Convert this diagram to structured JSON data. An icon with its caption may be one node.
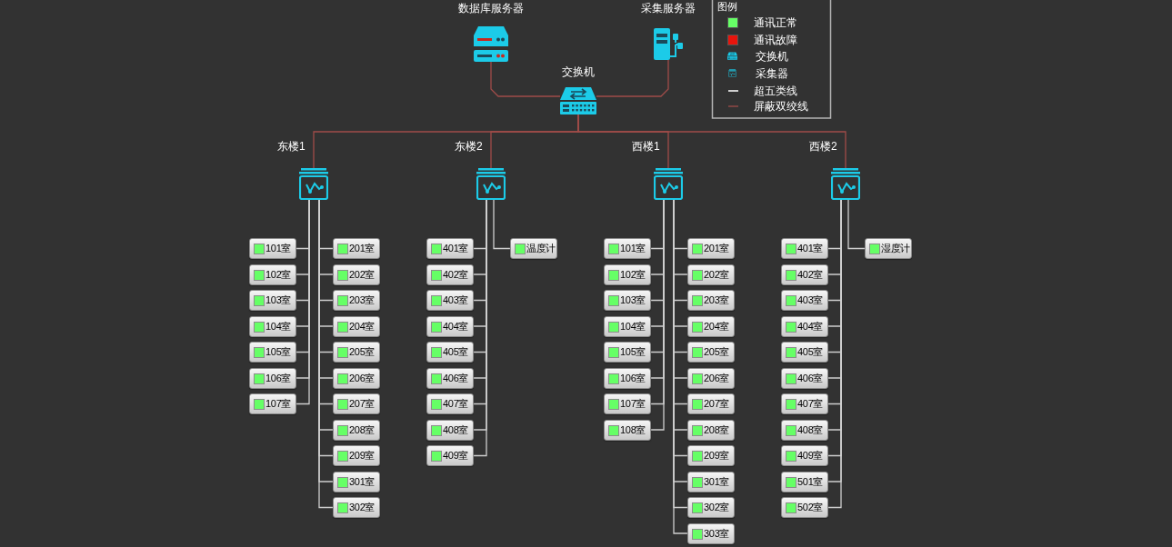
{
  "diagram": {
    "nodes": [
      {
        "text": [
          "数据库服务器"
        ]
      },
      {
        "text": [
          "采集服务器"
        ]
      },
      {
        "text": [
          "交换机"
        ]
      },
      {
        "text": [
          "东楼1"
        ]
      },
      {
        "text": [
          "101室"
        ]
      },
      {
        "text": [
          "102室"
        ]
      },
      {
        "text": [
          "103室"
        ]
      },
      {
        "text": [
          "104室"
        ]
      },
      {
        "text": [
          "105室"
        ]
      },
      {
        "text": [
          "106室"
        ]
      },
      {
        "text": [
          "107室"
        ]
      },
      {
        "text": [
          "201室"
        ]
      },
      {
        "text": [
          "202室"
        ]
      },
      {
        "text": [
          "203室"
        ]
      },
      {
        "text": [
          "204室"
        ]
      },
      {
        "text": [
          "205室"
        ]
      },
      {
        "text": [
          "206室"
        ]
      },
      {
        "text": [
          "207室"
        ]
      },
      {
        "text": [
          "208室"
        ]
      },
      {
        "text": [
          "209室"
        ]
      },
      {
        "text": [
          "301室"
        ]
      },
      {
        "text": [
          "302室"
        ]
      },
      {
        "text": [
          "东楼2"
        ]
      },
      {
        "text": [
          "401室"
        ]
      },
      {
        "text": [
          "402室"
        ]
      },
      {
        "text": [
          "403室"
        ]
      },
      {
        "text": [
          "404室"
        ]
      },
      {
        "text": [
          "405室"
        ]
      },
      {
        "text": [
          "406室"
        ]
      },
      {
        "text": [
          "407室"
        ]
      },
      {
        "text": [
          "408室"
        ]
      },
      {
        "text": [
          "409室"
        ]
      },
      {
        "text": [
          "温度计"
        ]
      },
      {
        "text": [
          "西楼1"
        ]
      },
      {
        "text": [
          "101室"
        ]
      },
      {
        "text": [
          "102室"
        ]
      },
      {
        "text": [
          "103室"
        ]
      },
      {
        "text": [
          "104室"
        ]
      },
      {
        "text": [
          "105室"
        ]
      },
      {
        "text": [
          "106室"
        ]
      },
      {
        "text": [
          "107室"
        ]
      },
      {
        "text": [
          "108室"
        ]
      },
      {
        "text": [
          "201室"
        ]
      },
      {
        "text": [
          "202室"
        ]
      },
      {
        "text": [
          "203室"
        ]
      },
      {
        "text": [
          "204室"
        ]
      },
      {
        "text": [
          "205室"
        ]
      },
      {
        "text": [
          "206室"
        ]
      },
      {
        "text": [
          "207室"
        ]
      },
      {
        "text": [
          "208室"
        ]
      },
      {
        "text": [
          "209室"
        ]
      },
      {
        "text": [
          "301室"
        ]
      },
      {
        "text": [
          "302室"
        ]
      },
      {
        "text": [
          "303室"
        ]
      },
      {
        "text": [
          "西楼2"
        ]
      },
      {
        "text": [
          "401室"
        ]
      },
      {
        "text": [
          "402室"
        ]
      },
      {
        "text": [
          "403室"
        ]
      },
      {
        "text": [
          "404室"
        ]
      },
      {
        "text": [
          "405室"
        ]
      },
      {
        "text": [
          "406室"
        ]
      },
      {
        "text": [
          "407室"
        ]
      },
      {
        "text": [
          "408室"
        ]
      },
      {
        "text": [
          "409室"
        ]
      },
      {
        "text": [
          "501室"
        ]
      },
      {
        "text": [
          "502室"
        ]
      },
      {
        "text": [
          "湿度计"
        ]
      }
    ],
    "edges": [
      {
        "from": 0,
        "to": 2,
        "arrow": "none",
        "color": "#a04c49"
      },
      {
        "from": 1,
        "to": 2,
        "arrow": "none",
        "color": "#a04c49"
      },
      {
        "from": 2,
        "to": 3,
        "arrow": "none",
        "color": "#a04c49"
      },
      {
        "from": 2,
        "to": 22,
        "arrow": "none",
        "color": "#a04c49"
      },
      {
        "from": 2,
        "to": 33,
        "arrow": "none",
        "color": "#a04c49"
      },
      {
        "from": 2,
        "to": 54,
        "arrow": "none",
        "color": "#a04c49"
      },
      {
        "from": 3,
        "to": 4,
        "arrow": "none"
      },
      {
        "from": 3,
        "to": 5,
        "arrow": "none"
      },
      {
        "from": 3,
        "to": 6,
        "arrow": "none"
      },
      {
        "from": 3,
        "to": 7,
        "arrow": "none"
      },
      {
        "from": 3,
        "to": 8,
        "arrow": "none"
      },
      {
        "from": 3,
        "to": 9,
        "arrow": "none"
      },
      {
        "from": 3,
        "to": 10,
        "arrow": "none"
      },
      {
        "from": 3,
        "to": 11,
        "arrow": "none"
      },
      {
        "from": 3,
        "to": 12,
        "arrow": "none"
      },
      {
        "from": 3,
        "to": 13,
        "arrow": "none"
      },
      {
        "from": 3,
        "to": 14,
        "arrow": "none"
      },
      {
        "from": 3,
        "to": 15,
        "arrow": "none"
      },
      {
        "from": 3,
        "to": 16,
        "arrow": "none"
      },
      {
        "from": 3,
        "to": 17,
        "arrow": "none"
      },
      {
        "from": 3,
        "to": 18,
        "arrow": "none"
      },
      {
        "from": 3,
        "to": 19,
        "arrow": "none"
      },
      {
        "from": 3,
        "to": 20,
        "arrow": "none"
      },
      {
        "from": 3,
        "to": 21,
        "arrow": "none"
      },
      {
        "from": 22,
        "to": 23,
        "arrow": "none"
      },
      {
        "from": 22,
        "to": 24,
        "arrow": "none"
      },
      {
        "from": 22,
        "to": 25,
        "arrow": "none"
      },
      {
        "from": 22,
        "to": 26,
        "arrow": "none"
      },
      {
        "from": 22,
        "to": 27,
        "arrow": "none"
      },
      {
        "from": 22,
        "to": 28,
        "arrow": "none"
      },
      {
        "from": 22,
        "to": 29,
        "arrow": "none"
      },
      {
        "from": 22,
        "to": 30,
        "arrow": "none"
      },
      {
        "from": 22,
        "to": 31,
        "arrow": "none"
      },
      {
        "from": 22,
        "to": 32,
        "arrow": "none"
      },
      {
        "from": 33,
        "to": 34,
        "arrow": "none"
      },
      {
        "from": 33,
        "to": 35,
        "arrow": "none"
      },
      {
        "from": 33,
        "to": 36,
        "arrow": "none"
      },
      {
        "from": 33,
        "to": 37,
        "arrow": "none"
      },
      {
        "from": 33,
        "to": 38,
        "arrow": "none"
      },
      {
        "from": 33,
        "to": 39,
        "arrow": "none"
      },
      {
        "from": 33,
        "to": 40,
        "arrow": "none"
      },
      {
        "from": 33,
        "to": 41,
        "arrow": "none"
      },
      {
        "from": 33,
        "to": 42,
        "arrow": "none"
      },
      {
        "from": 33,
        "to": 43,
        "arrow": "none"
      },
      {
        "from": 33,
        "to": 44,
        "arrow": "none"
      },
      {
        "from": 33,
        "to": 45,
        "arrow": "none"
      },
      {
        "from": 33,
        "to": 46,
        "arrow": "none"
      },
      {
        "from": 33,
        "to": 47,
        "arrow": "none"
      },
      {
        "from": 33,
        "to": 48,
        "arrow": "none"
      },
      {
        "from": 33,
        "to": 49,
        "arrow": "none"
      },
      {
        "from": 33,
        "to": 50,
        "arrow": "none"
      },
      {
        "from": 33,
        "to": 51,
        "arrow": "none"
      },
      {
        "from": 33,
        "to": 52,
        "arrow": "none"
      },
      {
        "from": 33,
        "to": 53,
        "arrow": "none"
      },
      {
        "from": 54,
        "to": 55,
        "arrow": "none"
      },
      {
        "from": 54,
        "to": 56,
        "arrow": "none"
      },
      {
        "from": 54,
        "to": 57,
        "arrow": "none"
      },
      {
        "from": 54,
        "to": 58,
        "arrow": "none"
      },
      {
        "from": 54,
        "to": 59,
        "arrow": "none"
      },
      {
        "from": 54,
        "to": 60,
        "arrow": "none"
      },
      {
        "from": 54,
        "to": 61,
        "arrow": "none"
      },
      {
        "from": 54,
        "to": 62,
        "arrow": "none"
      },
      {
        "from": 54,
        "to": 63,
        "arrow": "none"
      },
      {
        "from": 54,
        "to": 64,
        "arrow": "none"
      },
      {
        "from": 54,
        "to": 65,
        "arrow": "none"
      },
      {
        "from": 54,
        "to": 66,
        "arrow": "none"
      }
    ],
    "labels": [
      "图例"
    ],
    "legend": [
      {
        "text": "通讯正常",
        "color": "#66ff66"
      },
      {
        "text": "通讯故障",
        "color": "#e8140c"
      },
      {
        "text": "交换机"
      },
      {
        "text": "采集器"
      },
      {
        "text": "超五类线"
      },
      {
        "text": "屏蔽双绞线"
      }
    ]
  }
}
